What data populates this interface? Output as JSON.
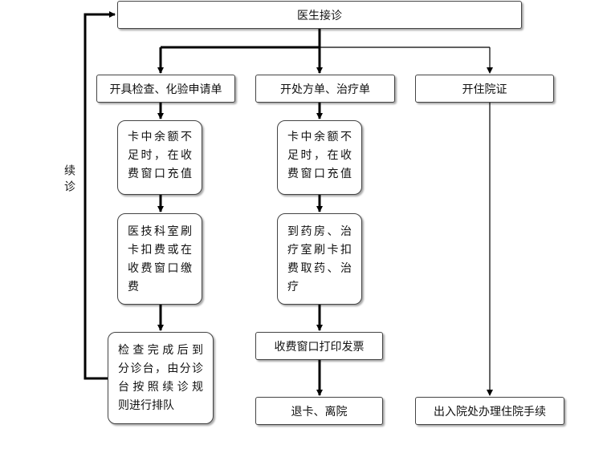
{
  "diagram": {
    "nodes": {
      "reception": "医生接诊",
      "exam_request": "开具检查、化验申请单",
      "prescription": "开处方单、治疗单",
      "admission": "开住院证",
      "recharge_left": [
        "卡中余额不",
        "足时，在收",
        "费窗口充值"
      ],
      "pay_dept": [
        "医技科室刷",
        "卡扣费或在",
        "收费窗口缴",
        "费"
      ],
      "queue_back": [
        "检查完成后到",
        "分诊台，由分诊",
        "台按照续诊规",
        "则进行排队"
      ],
      "recharge_mid": [
        "卡中余额不",
        "足时，在收",
        "费窗口充值"
      ],
      "pharmacy": [
        "到药房、治",
        "疗室刷卡扣",
        "费取药、治",
        "疗"
      ],
      "invoice": "收费窗口打印发票",
      "exit": "退卡、离院",
      "inpatient": "出入院处办理住院手续"
    },
    "side_label": "续诊"
  }
}
